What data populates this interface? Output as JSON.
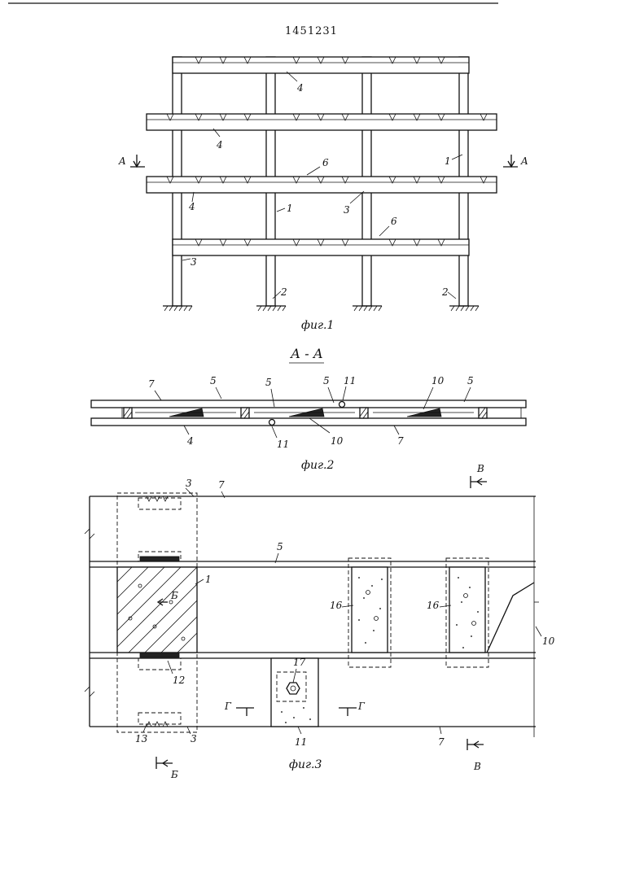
{
  "patent_number": "1451231",
  "fig1": {
    "caption": "фиг.1",
    "labels": [
      "4",
      "4",
      "4",
      "6",
      "1",
      "1",
      "3",
      "6",
      "3",
      "2",
      "2"
    ],
    "section_marks": [
      "A",
      "A"
    ]
  },
  "fig2": {
    "title": "А - А",
    "caption": "фиг.2",
    "labels": [
      "7",
      "5",
      "5",
      "5",
      "11",
      "10",
      "5",
      "4",
      "11",
      "10",
      "7"
    ]
  },
  "fig3": {
    "caption": "фиг.3",
    "labels": [
      "3",
      "7",
      "5",
      "1",
      "Б",
      "16",
      "16",
      "10",
      "12",
      "17",
      "Г",
      "Г",
      "11",
      "7",
      "13",
      "3",
      "Б",
      "В",
      "В"
    ]
  }
}
